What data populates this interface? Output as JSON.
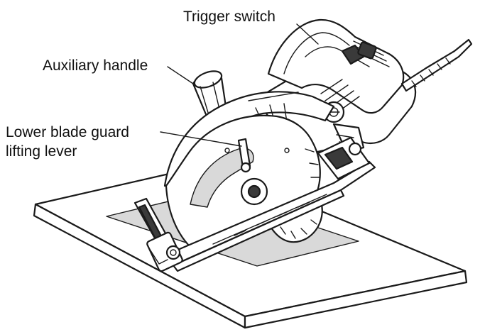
{
  "labels": {
    "trigger_switch": "Trigger switch",
    "auxiliary_handle": "Auxiliary handle",
    "lower_guard_line1": "Lower blade guard",
    "lower_guard_line2": "lifting lever"
  },
  "colors": {
    "line": "#1a1a1a",
    "background": "#ffffff",
    "shade": "#d9d9d9"
  }
}
